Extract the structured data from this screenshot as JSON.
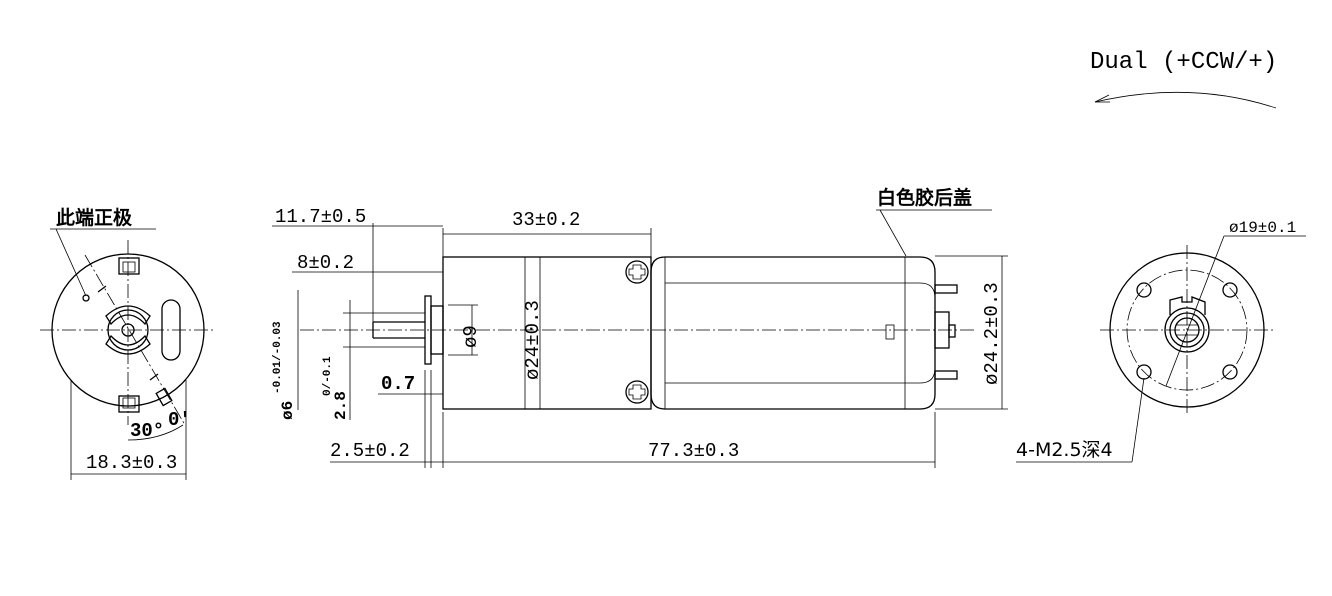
{
  "rotation_label": "Dual (+CCW/+)",
  "front_view": {
    "positive_terminal_note": "此端正极",
    "angle": "30°",
    "angle_zero": "0'",
    "width_dim": "18.3±0.3"
  },
  "side_view": {
    "shaft_length": "11.7±0.5",
    "flat_length": "8±0.2",
    "shaft_diameter": "ø6",
    "shaft_diameter_tol": "-0.01/-0.03",
    "flat_width": "2.8",
    "flat_width_tol": "0/-0.1",
    "flange_thickness": "0.7",
    "boss_length": "2.5±0.2",
    "gearbox_length": "33±0.2",
    "boss_diameter": "ø9",
    "gearbox_diameter": "ø24±0.3",
    "motor_diameter": "ø24.2±0.3",
    "total_length": "77.3±0.3",
    "rear_cover_note": "白色胶后盖"
  },
  "rear_view": {
    "pcd": "ø19±0.1",
    "holes": "4-M2.5深4"
  }
}
